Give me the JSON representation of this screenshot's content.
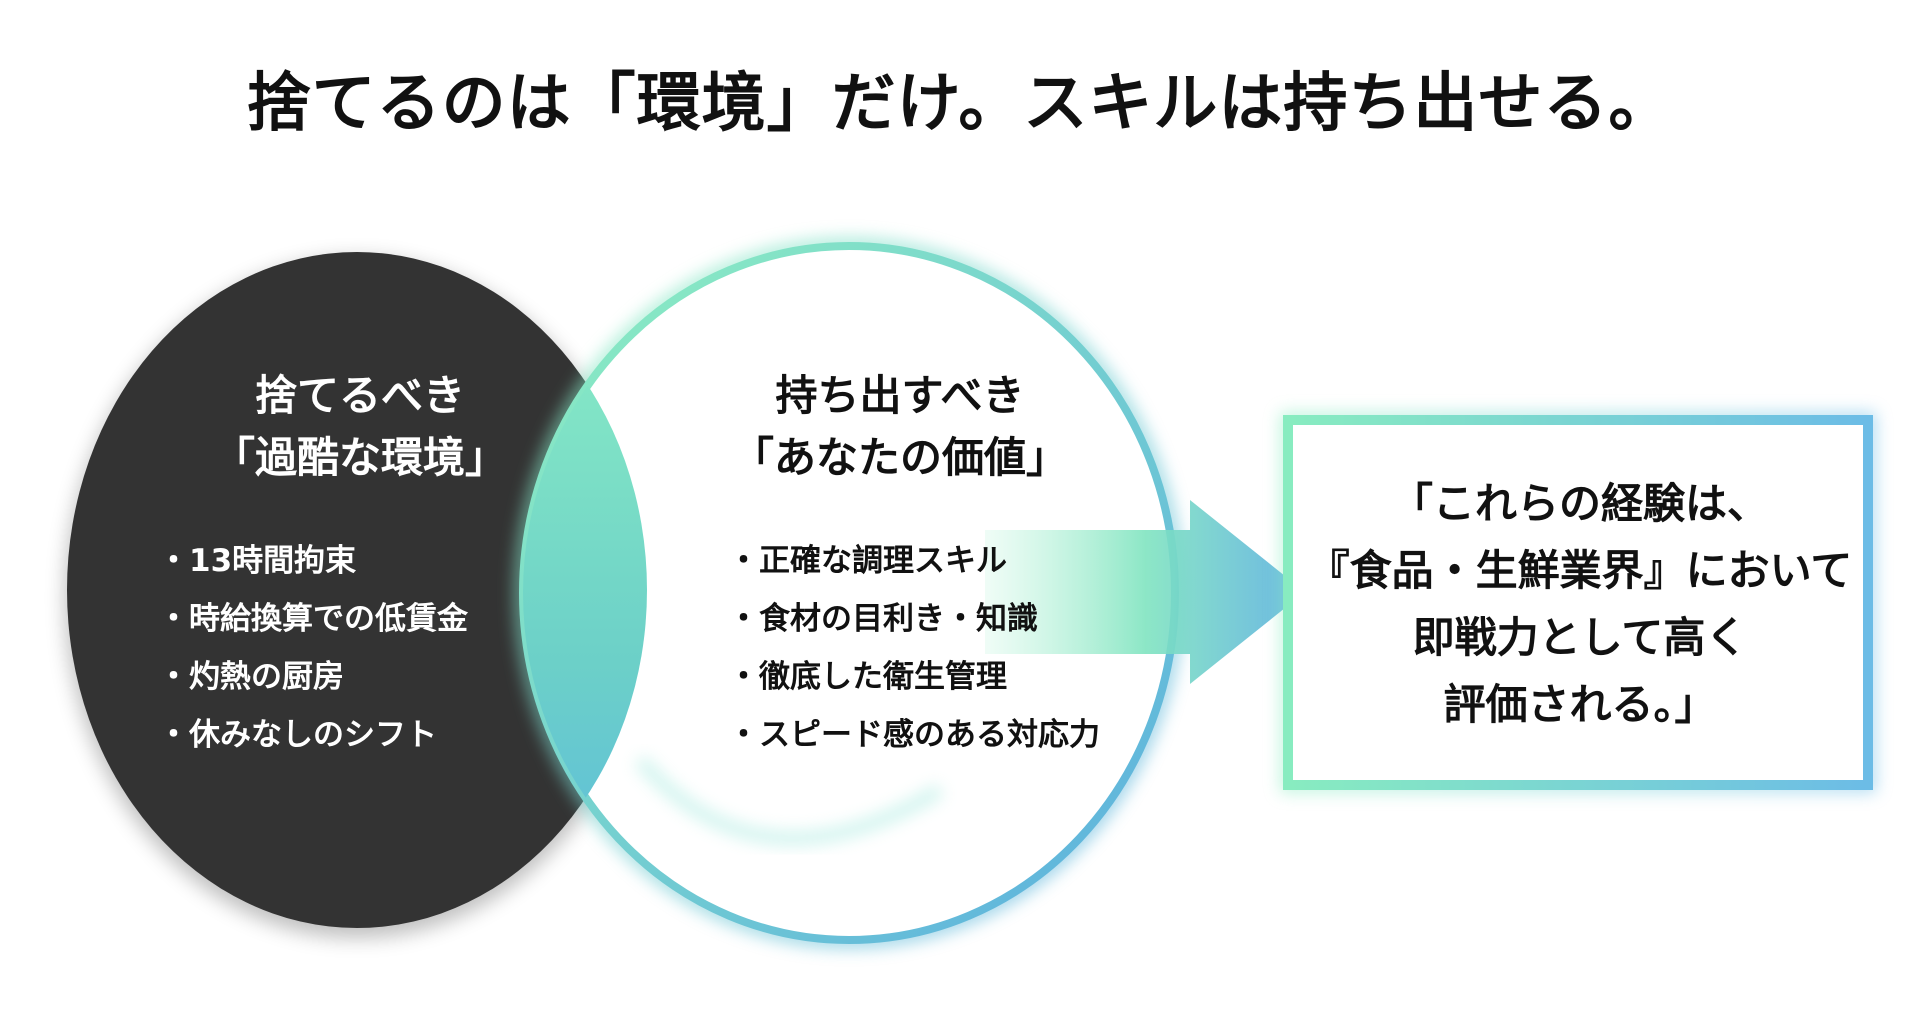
{
  "title": "捨てるのは「環境」だけ。スキルは持ち出せる。",
  "discard": {
    "heading_line1": "捨てるべき",
    "heading_line2": "「過酷な環境」",
    "items": [
      "13時間拘束",
      "時給換算での低賃金",
      "灼熱の厨房",
      "休みなしのシフト"
    ]
  },
  "carry": {
    "heading_line1": "持ち出すべき",
    "heading_line2": "「あなたの価値」",
    "items": [
      "正確な調理スキル",
      "食材の目利き・知識",
      "徹底した衛生管理",
      "スピード感のある対応力"
    ]
  },
  "result": {
    "lines": [
      "「これらの経験は、",
      "『食品・生鮮業界』において",
      "即戦力として高く",
      "評価される。」"
    ]
  },
  "colors": {
    "dark": "#333333",
    "green": "#7ee8b8",
    "blue": "#5aaee0"
  }
}
